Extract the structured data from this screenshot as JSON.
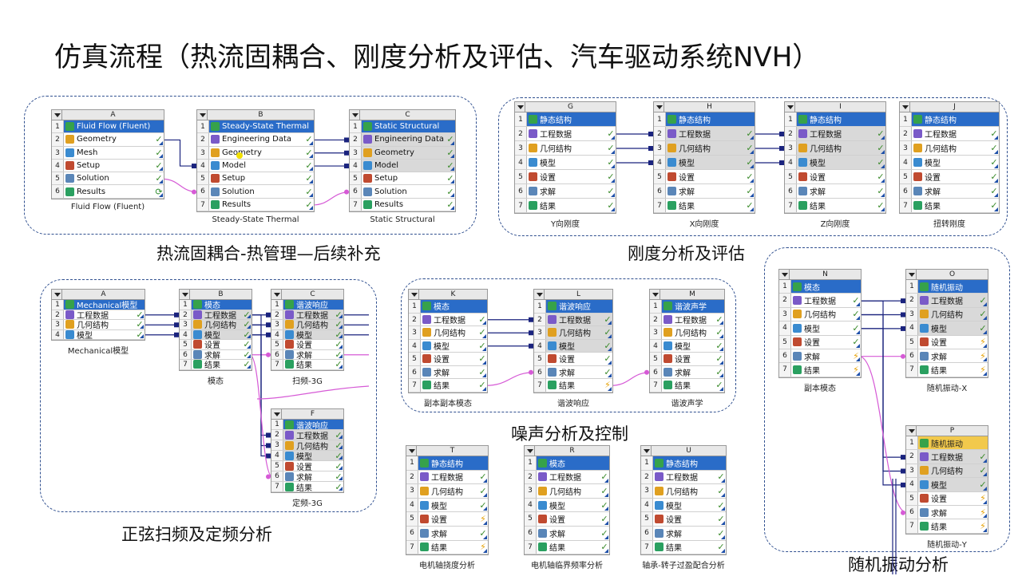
{
  "title": "仿真流程（热流固耦合、刚度分析及评估、汽车驱动系统NVH）",
  "groups": {
    "thermal": "热流固耦合-热管理—后续补充",
    "stiffness": "刚度分析及评估",
    "sine": "正弦扫频及定频分析",
    "noise": "噪声分析及控制",
    "random": "随机振动分析"
  },
  "rows_cn": [
    "工程数据",
    "几何结构",
    "模型",
    "设置",
    "求解",
    "结果"
  ],
  "rows_en": [
    "Engineering Data",
    "Geometry",
    "Model",
    "Setup",
    "Solution",
    "Results"
  ],
  "systems": {
    "A": {
      "letter": "A",
      "header": "Fluid Flow (Fluent)",
      "rows": [
        "Geometry",
        "Mesh",
        "Setup",
        "Solution",
        "Results"
      ],
      "caption": "Fluid Flow (Fluent)"
    },
    "B": {
      "letter": "B",
      "header": "Steady-State Thermal",
      "caption": "Steady-State Thermal"
    },
    "C": {
      "letter": "C",
      "header": "Static Structural",
      "caption": "Static Structural"
    },
    "G": {
      "letter": "G",
      "header": "静态结构",
      "caption": "Y向刚度"
    },
    "H": {
      "letter": "H",
      "header": "静态结构",
      "caption": "X向刚度"
    },
    "I": {
      "letter": "I",
      "header": "静态结构",
      "caption": "Z向刚度"
    },
    "J": {
      "letter": "J",
      "header": "静态结构",
      "caption": "扭转刚度"
    },
    "SA": {
      "letter": "A",
      "header": "Mechanical模型",
      "rows": [
        "工程数据",
        "几何结构",
        "模型"
      ],
      "caption": "Mechanical模型"
    },
    "SB": {
      "letter": "B",
      "header": "模态",
      "caption": "模态"
    },
    "SC": {
      "letter": "C",
      "header": "谐波响应",
      "caption": "扫频-3G"
    },
    "SF": {
      "letter": "F",
      "header": "谐波响应",
      "caption": "定频-3G"
    },
    "K": {
      "letter": "K",
      "header": "模态",
      "caption": "副本副本模态"
    },
    "L": {
      "letter": "L",
      "header": "谐波响应",
      "caption": "谐波响应"
    },
    "M": {
      "letter": "M",
      "header": "谐波声学",
      "caption": "谐波声学"
    },
    "N": {
      "letter": "N",
      "header": "模态",
      "caption": "副本模态"
    },
    "O": {
      "letter": "O",
      "header": "随机振动",
      "caption": "随机振动-X"
    },
    "P": {
      "letter": "P",
      "header": "随机振动",
      "caption": "随机振动-Y"
    },
    "T": {
      "letter": "T",
      "header": "静态结构",
      "caption": "电机轴挠度分析"
    },
    "R": {
      "letter": "R",
      "header": "模态",
      "caption": "电机轴临界频率分析"
    },
    "U": {
      "letter": "U",
      "header": "静态结构",
      "caption": "轴承-转子过盈配合分析"
    }
  },
  "colors": {
    "header_blue": "#2a6cc8",
    "header_yellow": "#f2c94c",
    "wire_blue": "#1a237e",
    "wire_pink": "#d65ad6",
    "border": "#2f4f8f"
  }
}
